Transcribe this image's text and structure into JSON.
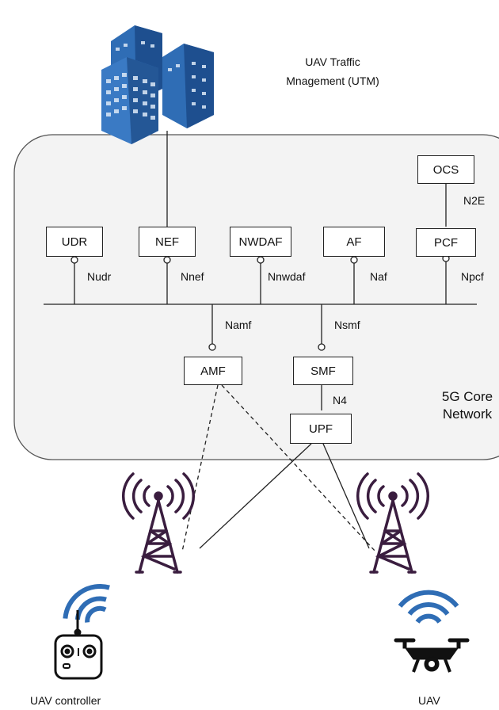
{
  "utm": {
    "label_line1": "UAV Traffic",
    "label_line2": "Mnagement (UTM)"
  },
  "core": {
    "label_line1": "5G Core",
    "label_line2": "Network"
  },
  "nfs": {
    "udr": "UDR",
    "nef": "NEF",
    "nwdaf": "NWDAF",
    "af": "AF",
    "pcf": "PCF",
    "ocs": "OCS",
    "amf": "AMF",
    "smf": "SMF",
    "upf": "UPF"
  },
  "interfaces": {
    "nudr": "Nudr",
    "nnef": "Nnef",
    "nnwdaf": "Nnwdaf",
    "naf": "Naf",
    "npcf": "Npcf",
    "n2e": "N2E",
    "namf": "Namf",
    "nsmf": "Nsmf",
    "n4": "N4"
  },
  "devices": {
    "controller": "UAV controller",
    "uav": "UAV"
  },
  "icons": {
    "building": "office-building-icon",
    "tower": "cell-tower-icon",
    "wifi": "wifi-signal-icon",
    "controller": "remote-controller-icon",
    "drone": "drone-icon"
  },
  "colors": {
    "building": "#2f6db5",
    "building_dark": "#1e4f8f",
    "tower": "#3a1d3f",
    "wifi": "#2f6db5",
    "core_border": "#555555",
    "device": "#111111"
  }
}
